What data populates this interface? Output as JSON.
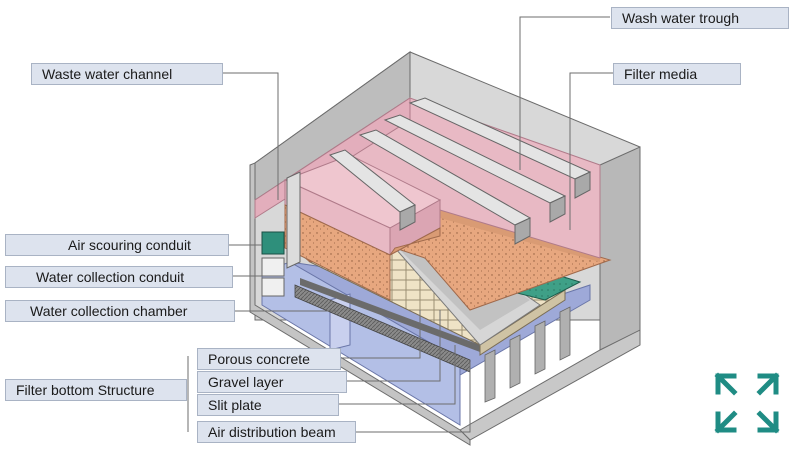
{
  "labels": {
    "wash_water_trough": "Wash water trough",
    "filter_media": "Filter media",
    "waste_water_channel": "Waste water channel",
    "air_scouring_conduit": "Air scouring conduit",
    "water_collection_conduit": "Water collection conduit",
    "water_collection_chamber": "Water collection chamber",
    "porous_concrete": "Porous concrete",
    "filter_bottom_structure": "Filter bottom Structure",
    "gravel_layer": "Gravel layer",
    "slit_plate": "Slit plate",
    "air_distribution_beam": "Air distribution beam"
  },
  "colors": {
    "water_pink": "#e8b9c4",
    "media_orange": "#e7a77f",
    "teal_layer": "#3fa087",
    "chamber_blue": "#b3bfe6",
    "concrete_gray": "#d2d2d2",
    "label_fill": "#dde3ee",
    "icon_teal": "#1f8c84"
  },
  "icons": {
    "expand": "expand-icon"
  }
}
